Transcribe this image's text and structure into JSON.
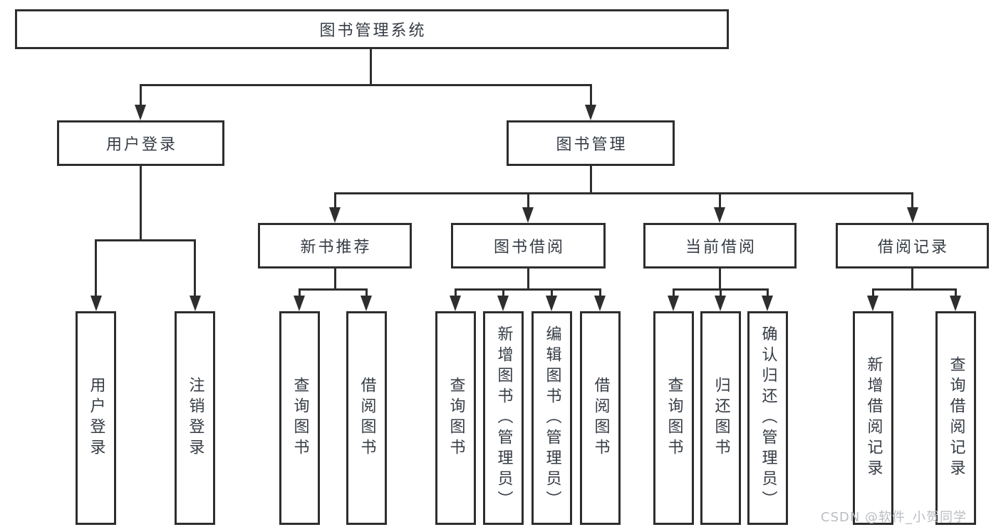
{
  "diagram": {
    "root": {
      "label": "图书管理系统"
    },
    "level2": [
      {
        "label": "用户登录"
      },
      {
        "label": "图书管理"
      }
    ],
    "level3": [
      {
        "label": "新书推荐"
      },
      {
        "label": "图书借阅"
      },
      {
        "label": "当前借阅"
      },
      {
        "label": "借阅记录"
      }
    ],
    "leaves": {
      "login": [
        {
          "label": "用户登录"
        },
        {
          "label": "注销登录"
        }
      ],
      "recommend": [
        {
          "label": "查询图书"
        },
        {
          "label": "借阅图书"
        }
      ],
      "borrow": [
        {
          "label": "查询图书"
        },
        {
          "label": "新增图书（管理员）"
        },
        {
          "label": "编辑图书（管理员）"
        },
        {
          "label": "借阅图书"
        }
      ],
      "current": [
        {
          "label": "查询图书"
        },
        {
          "label": "归还图书"
        },
        {
          "label": "确认归还（管理员）"
        }
      ],
      "records": [
        {
          "label": "新增借阅记录"
        },
        {
          "label": "查询借阅记录"
        }
      ]
    }
  },
  "watermark": {
    "text": "CSDN @软件_小贺同学"
  },
  "colors": {
    "line": "#2e2e2e",
    "text": "#363c45",
    "box_fill": "#ffffff",
    "background": "#ffffff",
    "watermark": "#b9bdc2"
  }
}
